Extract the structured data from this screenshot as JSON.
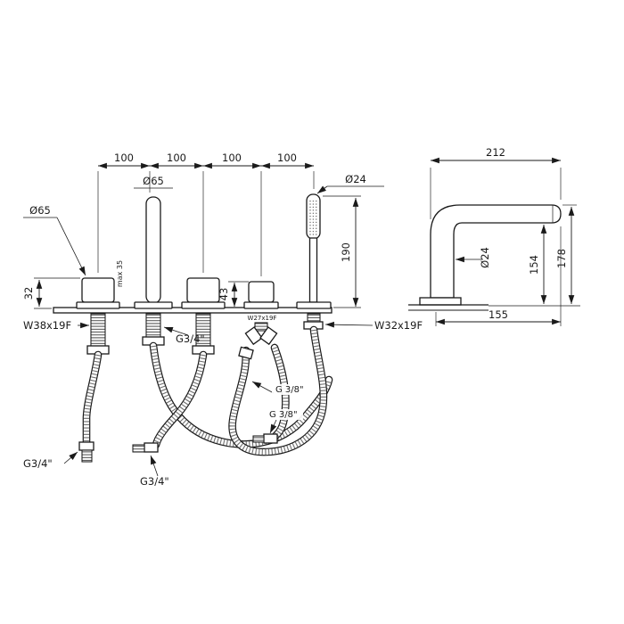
{
  "drawing": {
    "front_view": {
      "hole_spacing": [
        "100",
        "100",
        "100",
        "100"
      ],
      "spout_diameter": "Ø65",
      "left_handle_diameter": "Ø65",
      "handshower_diameter": "Ø24",
      "handle_height": "32",
      "max_deck_thickness": "max 35",
      "diverter_height": "43",
      "handshower_length": "190",
      "thread_left_handle": "W38x19F",
      "thread_spout": "G3/4\"",
      "thread_diverter": "W27x19F",
      "thread_handshower": "W32x19F",
      "connection_shower_hose": "G 3/8\"",
      "connection_diverter_hose": "G 3/8\"",
      "connection_hot": "G3/4\"",
      "connection_cold": "G3/4\""
    },
    "side_view": {
      "overall_length": "212",
      "tube_diameter": "Ø24",
      "outlet_height": "154",
      "total_height": "178",
      "projection": "155"
    }
  }
}
